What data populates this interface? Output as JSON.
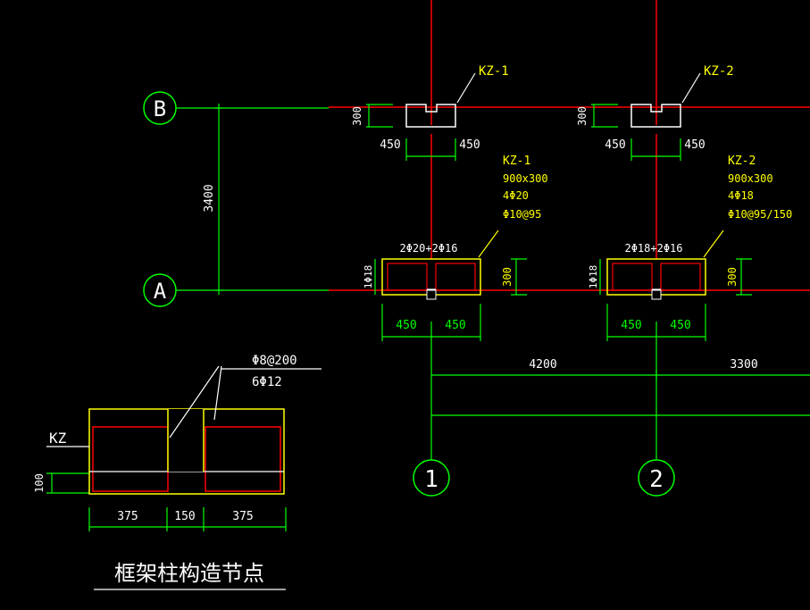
{
  "axes": {
    "row_b": "B",
    "row_a": "A",
    "col_1": "1",
    "col_2": "2"
  },
  "dims": {
    "ab_spacing": "3400",
    "span_1_2": "4200",
    "span_2_3": "3300",
    "top_300": "300",
    "half_450": "450",
    "node_100": "100",
    "node_375": "375",
    "node_150": "150"
  },
  "kz1": {
    "tag": "KZ-1",
    "size": "900x300",
    "main_bars": "4Φ20",
    "stirrup": "Φ10@95",
    "top_bars": "2Φ20+2Φ16",
    "side_bars": "1Φ18"
  },
  "kz2": {
    "tag": "KZ-2",
    "size": "900x300",
    "main_bars": "4Φ18",
    "stirrup": "Φ10@95/150",
    "top_bars": "2Φ18+2Φ16",
    "side_bars": "1Φ18"
  },
  "node": {
    "label": "KZ",
    "stirrup": "Φ8@200",
    "bars": "6Φ12",
    "title": "框架柱构造节点"
  },
  "colors": {
    "background": "#000000",
    "axis_line": "#ff0000",
    "dimension": "#00ff00",
    "column_outline": "#ffff00",
    "text": "#ffffff",
    "annotation": "#ffff00"
  }
}
